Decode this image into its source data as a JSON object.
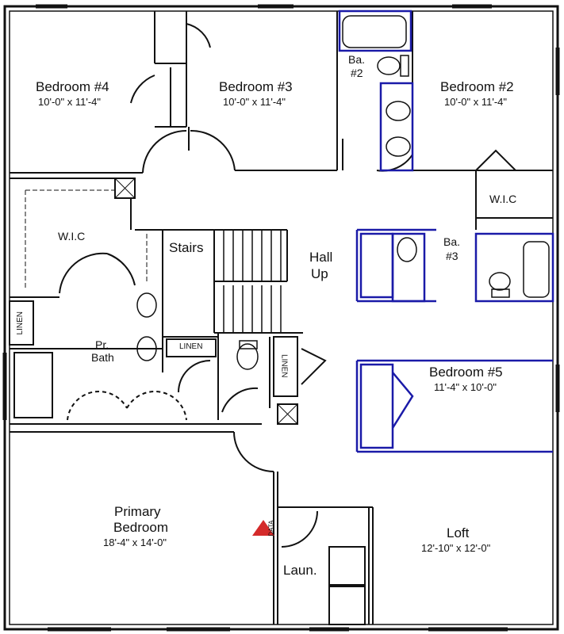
{
  "rooms": {
    "bedroom4": {
      "name": "Bedroom #4",
      "dims": "10'-0\" x 11'-4\""
    },
    "bedroom3": {
      "name": "Bedroom #3",
      "dims": "10'-0\" x 11'-4\""
    },
    "bedroom2": {
      "name": "Bedroom #2",
      "dims": "10'-0\" x 11'-4\""
    },
    "bedroom5": {
      "name": "Bedroom #5",
      "dims": "11'-4\" x 10'-0\""
    },
    "primary": {
      "name_line1": "Primary",
      "name_line2": "Bedroom",
      "dims": "18'-4\" x 14'-0\""
    },
    "loft": {
      "name": "Loft",
      "dims": "12'-10\" x 12'-0\""
    }
  },
  "labels": {
    "ba2_line1": "Ba.",
    "ba2_line2": "#2",
    "ba3_line1": "Ba.",
    "ba3_line2": "#3",
    "wic_left": "W.I.C",
    "wic_right": "W.I.C",
    "stairs": "Stairs",
    "hall": "Hall",
    "up": "Up",
    "pr_bath_line1": "Pr.",
    "pr_bath_line2": "Bath",
    "linen_left": "LINEN",
    "linen_center": "LINEN",
    "linen_right": "LINEN",
    "laundry": "Laun.",
    "data": "DATA"
  },
  "colors": {
    "wall": "#111111",
    "option_wall": "#1a1aa8",
    "data_marker": "#d42a2a"
  }
}
